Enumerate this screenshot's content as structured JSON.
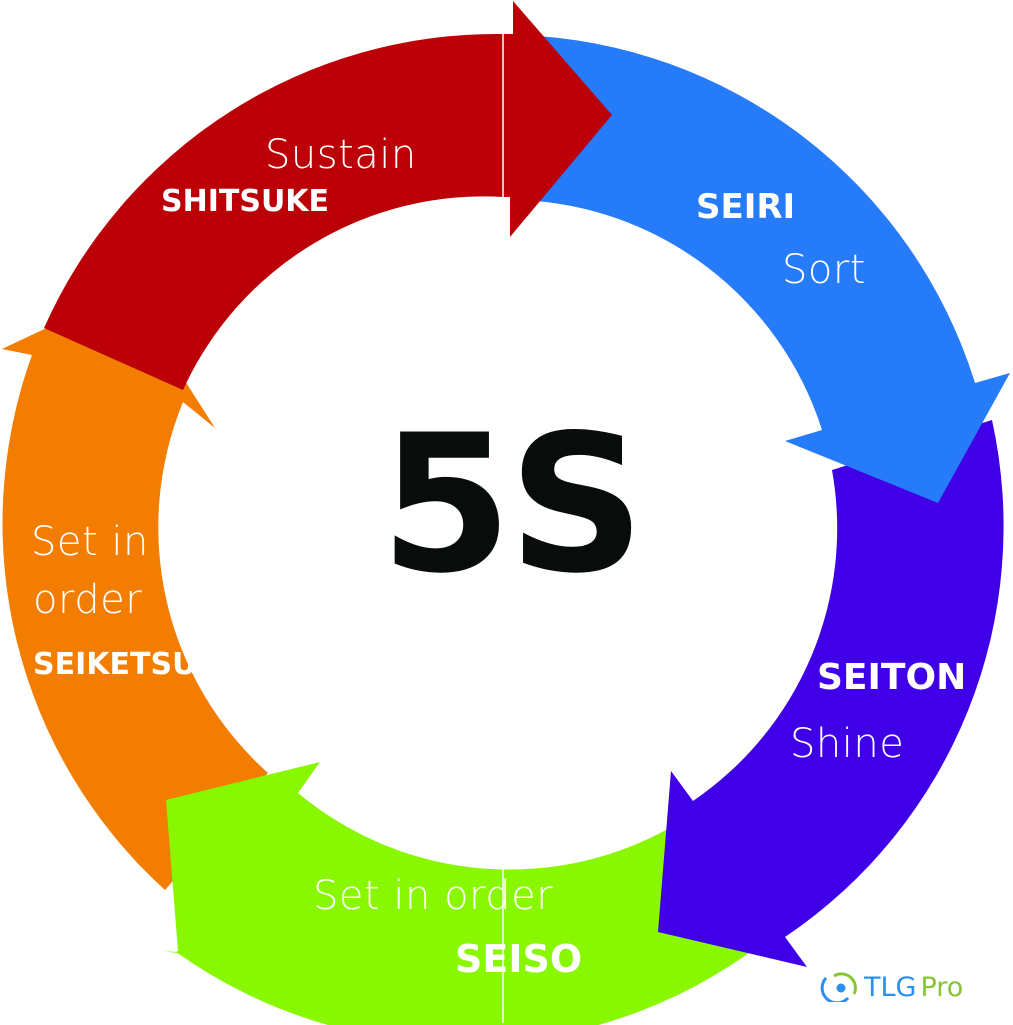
{
  "title": "5S",
  "colors": {
    "sustain_red": "#bb0007",
    "sort_blue": "#267bf9",
    "shine_purple": "#3f00e8",
    "seiso_green": "#88f700",
    "seiketsu_orange": "#f27d00",
    "center_text": "#080c0b",
    "logo_blue": "#2a8ff0",
    "logo_green": "#86c631"
  },
  "segments": [
    {
      "id": "shitsuke",
      "japanese": "SHITSUKE",
      "english": "Sustain",
      "color": "#bb0007"
    },
    {
      "id": "seiri",
      "japanese": "SEIRI",
      "english": "Sort",
      "color": "#267bf9"
    },
    {
      "id": "seiton",
      "japanese": "SEITON",
      "english": "Shine",
      "color": "#3f00e8"
    },
    {
      "id": "seiso",
      "japanese": "SEISO",
      "english": "Set in order",
      "color": "#88f700"
    },
    {
      "id": "seiketsu",
      "japanese": "SEIKETSU",
      "english_line1": "Set in",
      "english_line2": "order",
      "color": "#f27d00"
    }
  ],
  "logo": {
    "part1": "TLG",
    "part2": "Pro"
  }
}
